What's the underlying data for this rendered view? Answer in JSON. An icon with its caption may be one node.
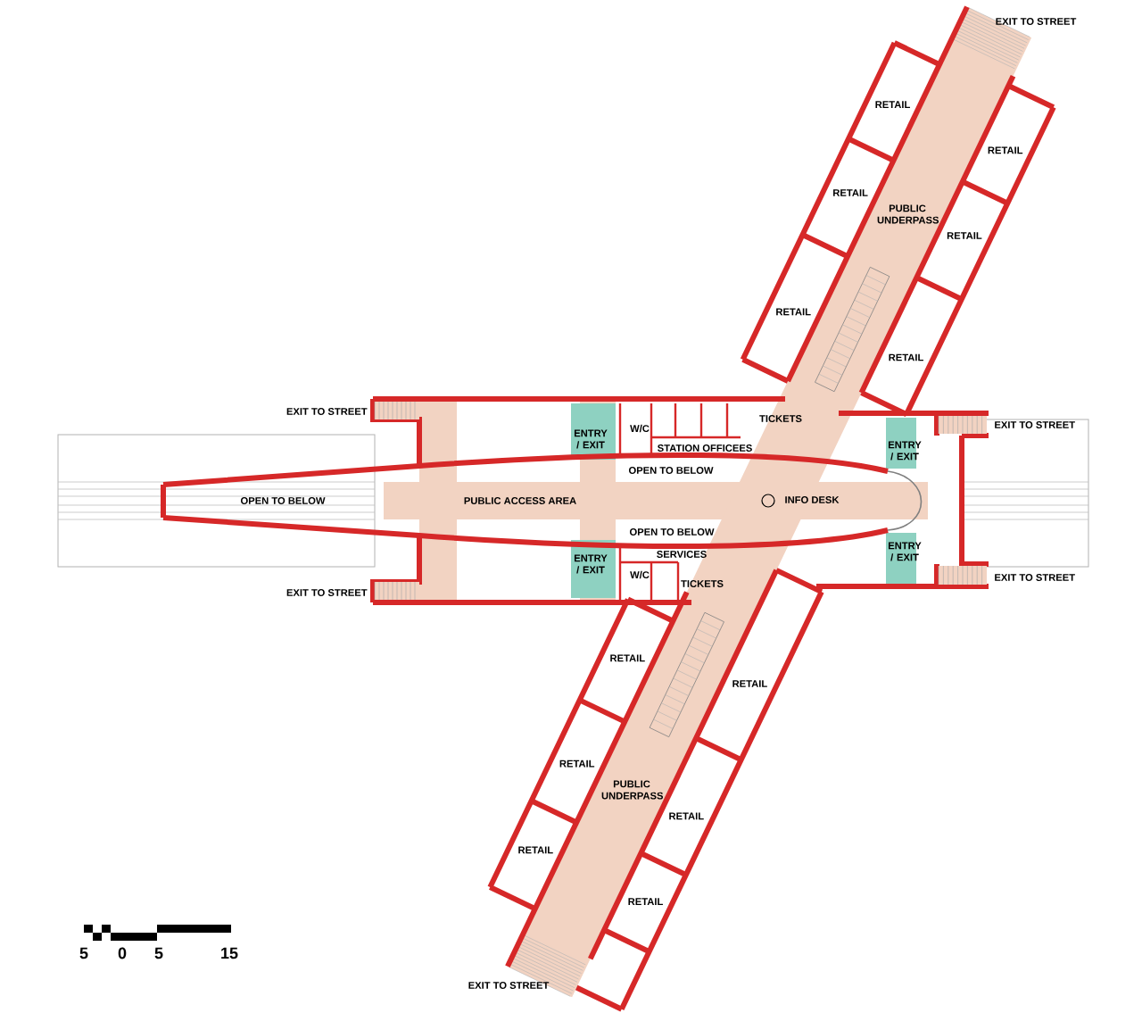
{
  "diagram": {
    "labels": [
      "EXIT TO STREET",
      "RETAIL",
      "RETAIL",
      "RETAIL",
      "PUBLIC UNDERPASS",
      "RETAIL",
      "RETAIL",
      "RETAIL",
      "EXIT TO STREET",
      "W/C",
      "TICKETS",
      "EXIT TO STREET",
      "ENTRY / EXIT",
      "STATION OFFICEES",
      "ENTRY / EXIT",
      "OPEN TO BELOW",
      "OPEN TO BELOW",
      "PUBLIC ACCESS AREA",
      "INFO DESK",
      "OPEN TO BELOW",
      "ENTRY / EXIT",
      "SERVICES",
      "ENTRY / EXIT",
      "EXIT TO STREET",
      "W/C",
      "TICKETS",
      "EXIT TO STREET",
      "RETAIL",
      "RETAIL",
      "RETAIL",
      "PUBLIC UNDERPASS",
      "RETAIL",
      "RETAIL",
      "RETAIL",
      "5",
      "0",
      "5",
      "15",
      "EXIT TO STREET"
    ]
  }
}
